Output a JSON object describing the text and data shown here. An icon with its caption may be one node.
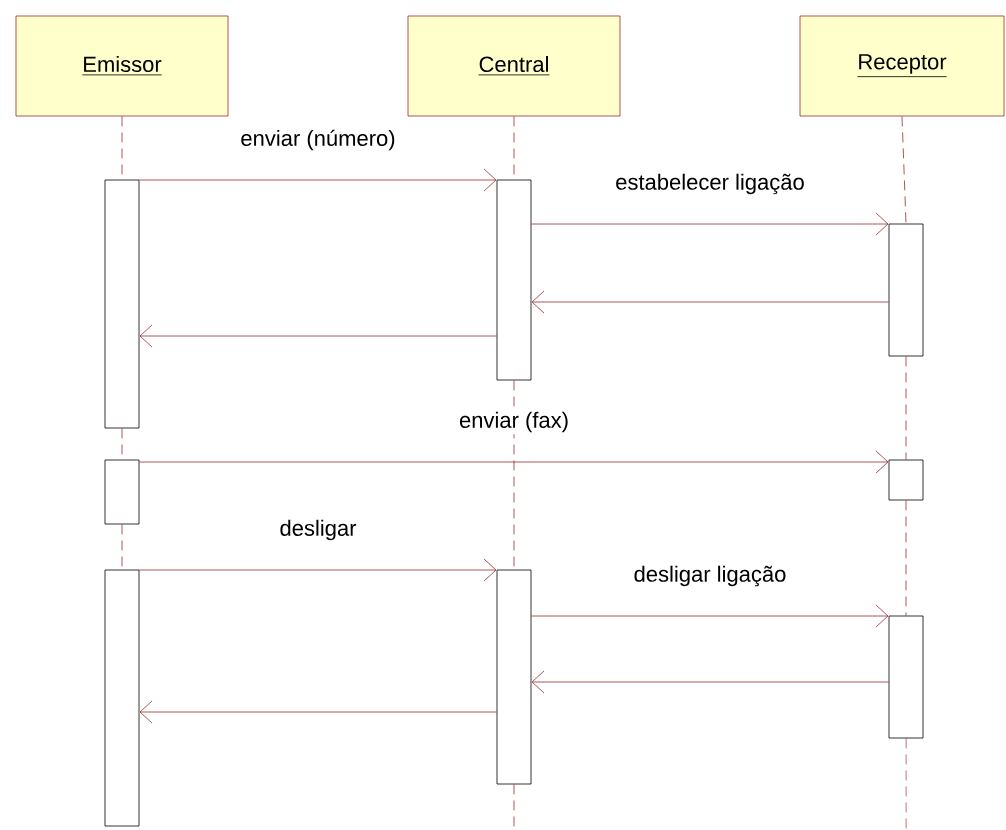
{
  "diagram": {
    "nodes": [
      {
        "text": [
          "Emissor"
        ]
      },
      {
        "text": [
          "Central"
        ]
      },
      {
        "text": [
          "Receptor"
        ]
      },
      {
        "text": [],
        "shape": "bar"
      },
      {
        "text": [],
        "shape": "bar"
      },
      {
        "text": [],
        "shape": "bar"
      },
      {
        "text": [],
        "shape": "bar"
      },
      {
        "text": [],
        "shape": "bar"
      },
      {
        "text": [],
        "shape": "bar"
      },
      {
        "text": [],
        "shape": "bar"
      },
      {
        "text": [],
        "shape": "bar"
      }
    ],
    "edges": [
      {
        "from": 3,
        "to": 4,
        "arrow": "to",
        "label": "enviar (número)"
      },
      {
        "from": 4,
        "to": 5,
        "arrow": "to",
        "label": "estabelecer ligação"
      },
      {
        "from": 5,
        "to": 4,
        "arrow": "to"
      },
      {
        "from": 4,
        "to": 3,
        "arrow": "to"
      },
      {
        "from": 6,
        "to": 7,
        "arrow": "to",
        "label": "enviar (fax)"
      },
      {
        "from": 8,
        "to": 9,
        "arrow": "to",
        "label": "desligar"
      },
      {
        "from": 9,
        "to": 10,
        "arrow": "to",
        "label": "desligar ligação"
      },
      {
        "from": 10,
        "to": 9,
        "arrow": "to"
      },
      {
        "from": 9,
        "to": 8,
        "arrow": "to"
      },
      {
        "from": 0,
        "to": 3,
        "arrow": "none",
        "style": "dashed"
      },
      {
        "from": 3,
        "to": 6,
        "arrow": "none",
        "style": "dashed"
      },
      {
        "from": 6,
        "to": 8,
        "arrow": "none",
        "style": "dashed"
      },
      {
        "from": 1,
        "to": 4,
        "arrow": "none",
        "style": "dashed"
      },
      {
        "from": 4,
        "to": 9,
        "arrow": "none",
        "style": "dashed"
      },
      {
        "from": 9,
        "to": null,
        "arrow": "none",
        "style": "dashed"
      },
      {
        "from": 2,
        "to": 5,
        "arrow": "none",
        "style": "dashed"
      },
      {
        "from": 5,
        "to": 7,
        "arrow": "none",
        "style": "dashed"
      },
      {
        "from": 7,
        "to": 10,
        "arrow": "none",
        "style": "dashed"
      },
      {
        "from": 10,
        "to": null,
        "arrow": "none",
        "style": "dashed"
      }
    ]
  }
}
